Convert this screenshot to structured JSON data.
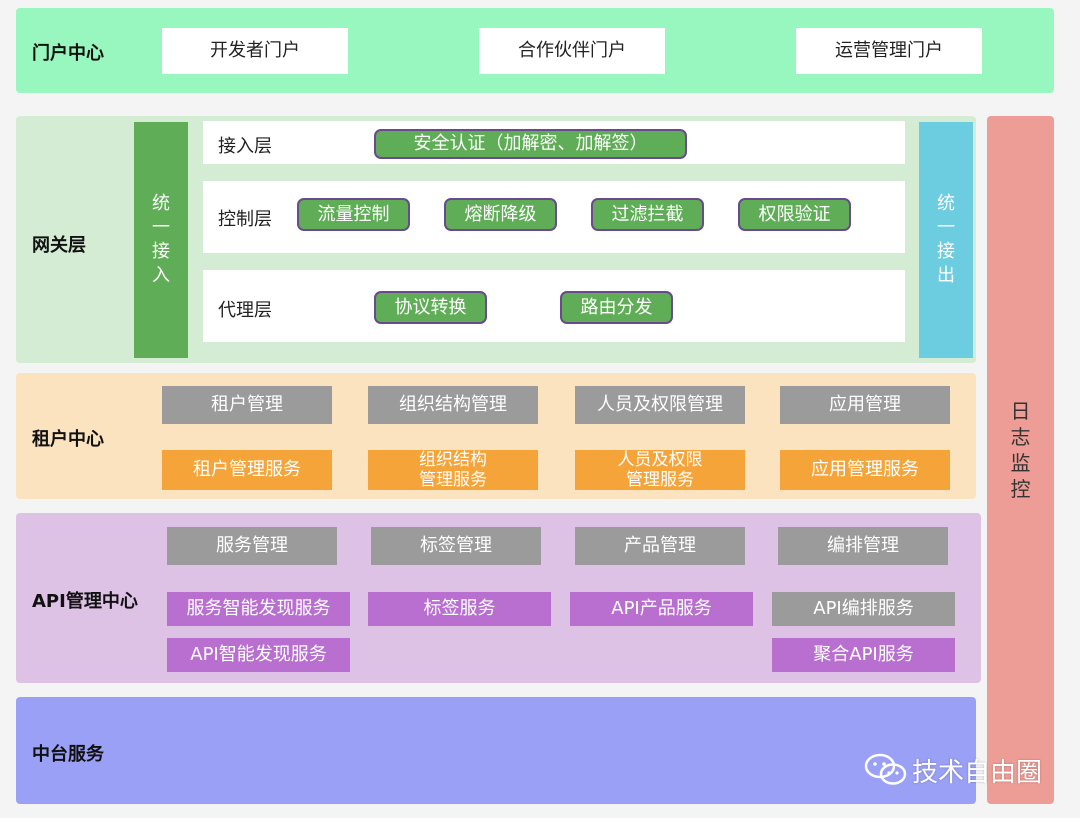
{
  "portal": {
    "label": "门户中心",
    "items": [
      "开发者门户",
      "合作伙伴门户",
      "运营管理门户"
    ]
  },
  "gateway": {
    "label": "网关层",
    "left_vertical": [
      "统",
      "一",
      "接",
      "入"
    ],
    "right_vertical": [
      "统",
      "一",
      "接",
      "出"
    ],
    "rows": [
      {
        "label": "接入层",
        "items": [
          "安全认证（加解密、加解签）"
        ]
      },
      {
        "label": "控制层",
        "items": [
          "流量控制",
          "熔断降级",
          "过滤拦截",
          "权限验证"
        ]
      },
      {
        "label": "代理层",
        "items": [
          "协议转换",
          "路由分发"
        ]
      }
    ]
  },
  "tenant": {
    "label": "租户中心",
    "mgmt": [
      "租户管理",
      "组织结构管理",
      "人员及权限管理",
      "应用管理"
    ],
    "services": [
      "租户管理服务",
      "组织结构\n管理服务",
      "人员及权限\n管理服务",
      "应用管理服务"
    ]
  },
  "api": {
    "label": "API管理中心",
    "mgmt": [
      "服务管理",
      "标签管理",
      "产品管理",
      "编排管理"
    ],
    "services_row1": [
      "服务智能发现服务",
      "标签服务",
      "API产品服务",
      "API编排服务"
    ],
    "services_row2": [
      "API智能发现服务",
      "聚合API服务"
    ]
  },
  "middle": {
    "label": "中台服务"
  },
  "monitor": {
    "chars": [
      "日",
      "志",
      "监",
      "控"
    ]
  },
  "watermark": {
    "text": "技术自由圈"
  },
  "colors": {
    "portal_bg": "#98f7be",
    "gateway_bg": "#d5ecd4",
    "gateway_side_left": "#5fae57",
    "gateway_side_right": "#6ccde0",
    "tenant_bg": "#fbe3bf",
    "api_bg": "#ddc2e6",
    "middle_bg": "#9aa0f5",
    "monitor_bg": "#ee9c96"
  }
}
